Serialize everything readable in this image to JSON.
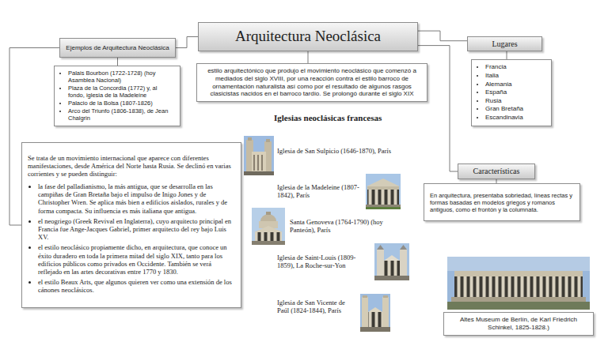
{
  "diagram": {
    "nodes": [
      {
        "text": [
          "Arquitectura Neoclásica"
        ]
      },
      {
        "text": [
          "Ejemplos de Arquitectura Neoclásica"
        ]
      },
      {
        "text": [
          "Palais Bourbon (1722-1728) (hoy Asamblea Nacional)",
          "Plaza de la Concordia (1772) y, al fondo, iglesia de la Madeleine",
          "Palacio de la Bolsa (1807-1826)",
          "Arco del Triunfo (1806-1838), de Jean Chalgrin"
        ]
      },
      {
        "text": [
          "estilo arquitectónico que produjo el movimiento neoclásico que comenzó a mediados del siglo XVIII, por una reacción contra el estilo barroco de ornamentación naturalista así como por el resultado de algunos rasgos clasicistas nacidos en el barroco tardío. Se prolongó durante el siglo XIX"
        ]
      },
      {
        "text": [
          "Lugares"
        ]
      },
      {
        "text": [
          "Francia",
          "Italia",
          "Alemania",
          "España",
          "Rusia",
          "Gran Bretaña",
          "Escandinavia"
        ]
      },
      {
        "text": [
          "Se trata de un movimiento internacional que aparece con diferentes manifestaciones, desde América del Norte hasta Rusia. Se declinó en varias corrientes y se pueden distinguir:",
          "la fase del palladianismo, la más antigua, que se desarrolla en las campiñas de Gran Bretaña bajo el impulso de Inigo Jones y de Christopher Wren. Se aplica más bien a edificios aislados, rurales y de forma compacta. Su influencia es más italiana que antigua.",
          "el neogriego (Greek Revival en Inglaterra), cuyo arquitecto principal en Francia fue Ange-Jacques Gabriel, primer arquitecto del rey bajo Luis XV.",
          "el estilo neoclásico propiamente dicho, en arquitectura, que conoce un éxito duradero en toda la primera mitad del siglo XIX, tanto para los edificios públicos como privados en Occidente. También se verá reflejado en las artes decorativas entre 1770 y 1830.",
          "el estilo Beaux Arts, que algunos quieren ver como una extensión de los cánones neoclásicos."
        ]
      },
      {
        "text": [
          "Características"
        ]
      },
      {
        "text": [
          "En arquitectura, presentaba sobriedad, líneas rectas y formas basadas en modelos griegos y romanos antiguos, como el frontón y la columnata."
        ]
      },
      {
        "text": [
          "Altes Museum de Berlín, de Karl Friedrich Schinkel, 1825-1828.)"
        ]
      }
    ],
    "edges": [
      {
        "from": 0,
        "to": 3,
        "arrow": "none"
      },
      {
        "from": 0,
        "to": 1,
        "arrow": "none"
      },
      {
        "from": 1,
        "to": 2,
        "arrow": "none"
      },
      {
        "from": 1,
        "to": 6,
        "arrow": "none"
      },
      {
        "from": 0,
        "to": 4,
        "arrow": "none"
      },
      {
        "from": 4,
        "to": 5,
        "arrow": "none"
      },
      {
        "from": 0,
        "to": 7,
        "arrow": "none"
      },
      {
        "from": 7,
        "to": 8,
        "arrow": "none"
      }
    ],
    "labels": [
      "Iglesias neoclásicas francesas",
      "Iglesia de San Sulpicio (1646-1870), París",
      "Iglesia de la Madeleine (1807-1842), París",
      "Santa Genoveva (1764-1790) (hoy Panteón), París",
      "Iglesia de Saint-Louis (1809-1859), La Roche-sur-Yon",
      "Iglesia de San Vicente de Paúl (1824-1844), París"
    ]
  }
}
